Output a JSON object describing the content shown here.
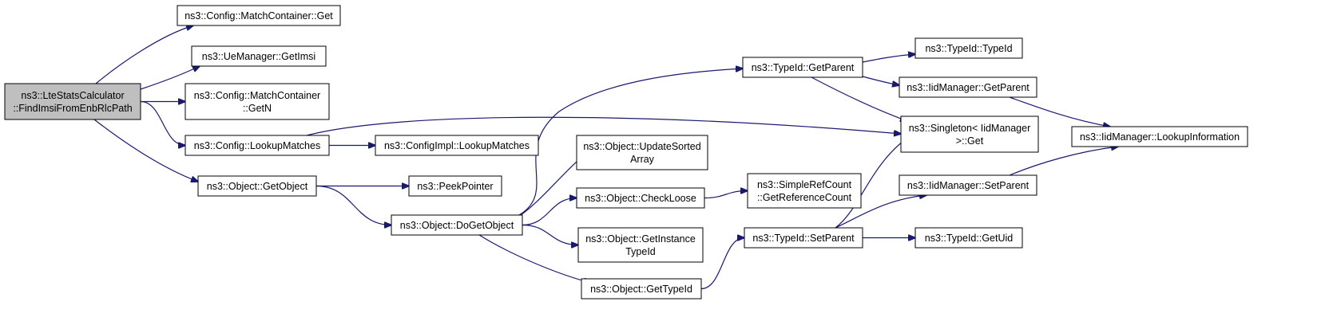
{
  "nodes": [
    {
      "id": "root",
      "lines": [
        "ns3::LteStatsCalculator",
        "::FindImsiFromEnbRlcPath"
      ]
    },
    {
      "id": "mc_get",
      "lines": [
        "ns3::Config::MatchContainer::Get"
      ]
    },
    {
      "id": "ue_getimsi",
      "lines": [
        "ns3::UeManager::GetImsi"
      ]
    },
    {
      "id": "mc_getn",
      "lines": [
        "ns3::Config::MatchContainer",
        "::GetN"
      ]
    },
    {
      "id": "lookup",
      "lines": [
        "ns3::Config::LookupMatches"
      ]
    },
    {
      "id": "configimpl",
      "lines": [
        "ns3::ConfigImpl::LookupMatches"
      ]
    },
    {
      "id": "getobject",
      "lines": [
        "ns3::Object::GetObject"
      ]
    },
    {
      "id": "peek",
      "lines": [
        "ns3::PeekPointer"
      ]
    },
    {
      "id": "dogetobject",
      "lines": [
        "ns3::Object::DoGetObject"
      ]
    },
    {
      "id": "typeid_getparent",
      "lines": [
        "ns3::TypeId::GetParent"
      ]
    },
    {
      "id": "updatesorted",
      "lines": [
        "ns3::Object::UpdateSorted",
        "Array"
      ]
    },
    {
      "id": "checkloose",
      "lines": [
        "ns3::Object::CheckLoose"
      ]
    },
    {
      "id": "getinstance",
      "lines": [
        "ns3::Object::GetInstance",
        "TypeId"
      ]
    },
    {
      "id": "gettypeid",
      "lines": [
        "ns3::Object::GetTypeId"
      ]
    },
    {
      "id": "typeid_typeid",
      "lines": [
        "ns3::TypeId::TypeId"
      ]
    },
    {
      "id": "iid_getparent",
      "lines": [
        "ns3::IidManager::GetParent"
      ]
    },
    {
      "id": "singleton",
      "lines": [
        "ns3::Singleton< IidManager",
        ">::Get"
      ]
    },
    {
      "id": "simpleref",
      "lines": [
        "ns3::SimpleRefCount",
        "::GetReferenceCount"
      ]
    },
    {
      "id": "typeid_setparent",
      "lines": [
        "ns3::TypeId::SetParent"
      ]
    },
    {
      "id": "iid_setparent",
      "lines": [
        "ns3::IidManager::SetParent"
      ]
    },
    {
      "id": "typeid_getuid",
      "lines": [
        "ns3::TypeId::GetUid"
      ]
    },
    {
      "id": "lookupinfo",
      "lines": [
        "ns3::IidManager::LookupInformation"
      ]
    }
  ],
  "edges": [
    [
      "root",
      "mc_get"
    ],
    [
      "root",
      "ue_getimsi"
    ],
    [
      "root",
      "mc_getn"
    ],
    [
      "root",
      "lookup"
    ],
    [
      "root",
      "getobject"
    ],
    [
      "lookup",
      "configimpl"
    ],
    [
      "lookup",
      "singleton"
    ],
    [
      "getobject",
      "peek"
    ],
    [
      "getobject",
      "dogetobject"
    ],
    [
      "dogetobject",
      "typeid_getparent"
    ],
    [
      "dogetobject",
      "updatesorted"
    ],
    [
      "dogetobject",
      "checkloose"
    ],
    [
      "dogetobject",
      "getinstance"
    ],
    [
      "dogetobject",
      "gettypeid"
    ],
    [
      "typeid_getparent",
      "typeid_typeid"
    ],
    [
      "typeid_getparent",
      "iid_getparent"
    ],
    [
      "typeid_getparent",
      "singleton"
    ],
    [
      "checkloose",
      "simpleref"
    ],
    [
      "gettypeid",
      "typeid_setparent"
    ],
    [
      "typeid_setparent",
      "singleton"
    ],
    [
      "typeid_setparent",
      "iid_setparent"
    ],
    [
      "typeid_setparent",
      "typeid_getuid"
    ],
    [
      "iid_getparent",
      "lookupinfo"
    ],
    [
      "iid_setparent",
      "lookupinfo"
    ]
  ]
}
